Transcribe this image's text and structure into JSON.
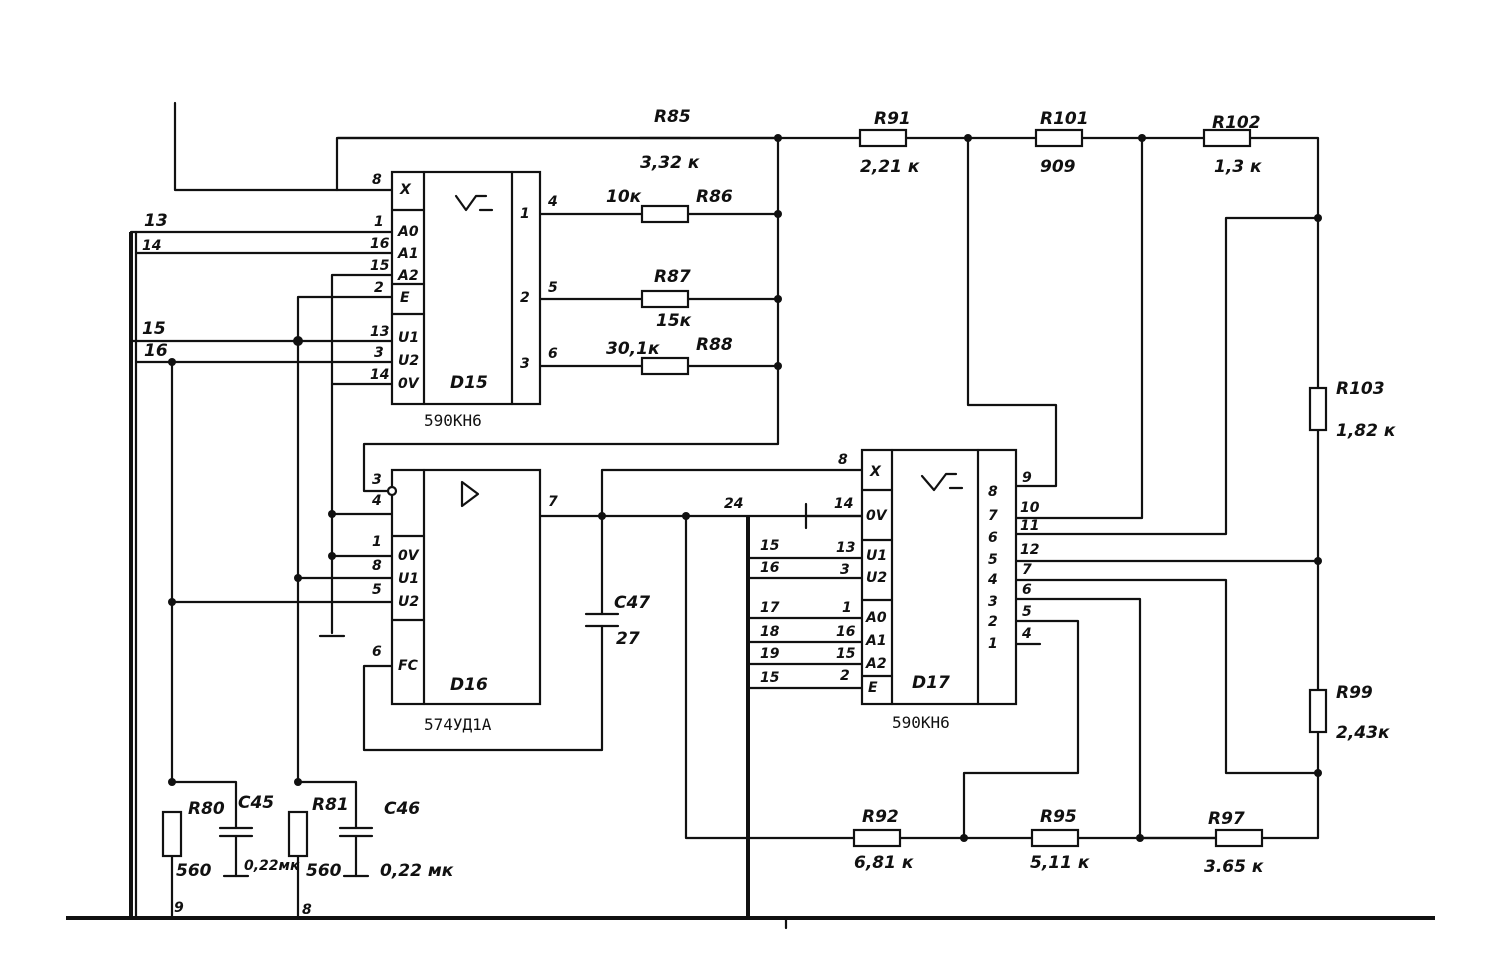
{
  "resistors": {
    "r85": {
      "ref": "R85",
      "value": "3,32 к"
    },
    "r86": {
      "ref": "R86",
      "value": "10к"
    },
    "r87": {
      "ref": "R87",
      "value": "15к"
    },
    "r88": {
      "ref": "R88",
      "value": "30,1к"
    },
    "r91": {
      "ref": "R91",
      "value": "2,21 к"
    },
    "r101": {
      "ref": "R101",
      "value": "909"
    },
    "r102": {
      "ref": "R102",
      "value": "1,3 к"
    },
    "r103": {
      "ref": "R103",
      "value": "1,82 к"
    },
    "r99": {
      "ref": "R99",
      "value": "2,43к"
    },
    "r92": {
      "ref": "R92",
      "value": "6,81 к"
    },
    "r95": {
      "ref": "R95",
      "value": "5,11 к"
    },
    "r97": {
      "ref": "R97",
      "value": "3.65 к"
    },
    "r80": {
      "ref": "R80",
      "value": "560"
    },
    "r81": {
      "ref": "R81",
      "value": "560"
    }
  },
  "capacitors": {
    "c45": {
      "ref": "C45",
      "value": "0,22мк"
    },
    "c46": {
      "ref": "C46",
      "value": "0,22 мк"
    },
    "c47": {
      "ref": "C47",
      "value": "27"
    }
  },
  "chips": {
    "d15": {
      "ref": "D15",
      "type": "590КН6",
      "pins_left": [
        "X",
        "A0",
        "A1",
        "A2",
        "E",
        "U1",
        "U2",
        "0V"
      ],
      "pins_out": [
        "1",
        "2",
        "3"
      ]
    },
    "d16": {
      "ref": "D16",
      "type": "574УД1А",
      "pins_left": [
        "0V",
        "U1",
        "U2",
        "FC"
      ]
    },
    "d17": {
      "ref": "D17",
      "type": "590КН6",
      "pins_left": [
        "X",
        "0V",
        "U1",
        "U2",
        "A0",
        "A1",
        "A2",
        "E"
      ],
      "pins_right": [
        "8",
        "7",
        "6",
        "5",
        "4",
        "3",
        "2",
        "1"
      ]
    }
  },
  "pin_numbers": {
    "d15": [
      "8",
      "1",
      "16",
      "15",
      "2",
      "13",
      "3",
      "14"
    ],
    "d15_out": [
      "4",
      "5",
      "6"
    ],
    "d16_in": [
      "3",
      "4"
    ],
    "d16_left": [
      "1",
      "8",
      "5",
      "6"
    ],
    "d16_out": "7",
    "d17_left": [
      "8",
      "14",
      "13",
      "3",
      "1",
      "16",
      "15",
      "2"
    ],
    "d17_right": [
      "9",
      "10",
      "11",
      "12",
      "7",
      "6",
      "5",
      "4"
    ]
  },
  "bus_labels": {
    "left": [
      "13",
      "14",
      "15",
      "16"
    ],
    "mid": [
      "24",
      "15",
      "16",
      "17",
      "18",
      "19",
      "15"
    ],
    "bottom": [
      "9",
      "8"
    ]
  }
}
